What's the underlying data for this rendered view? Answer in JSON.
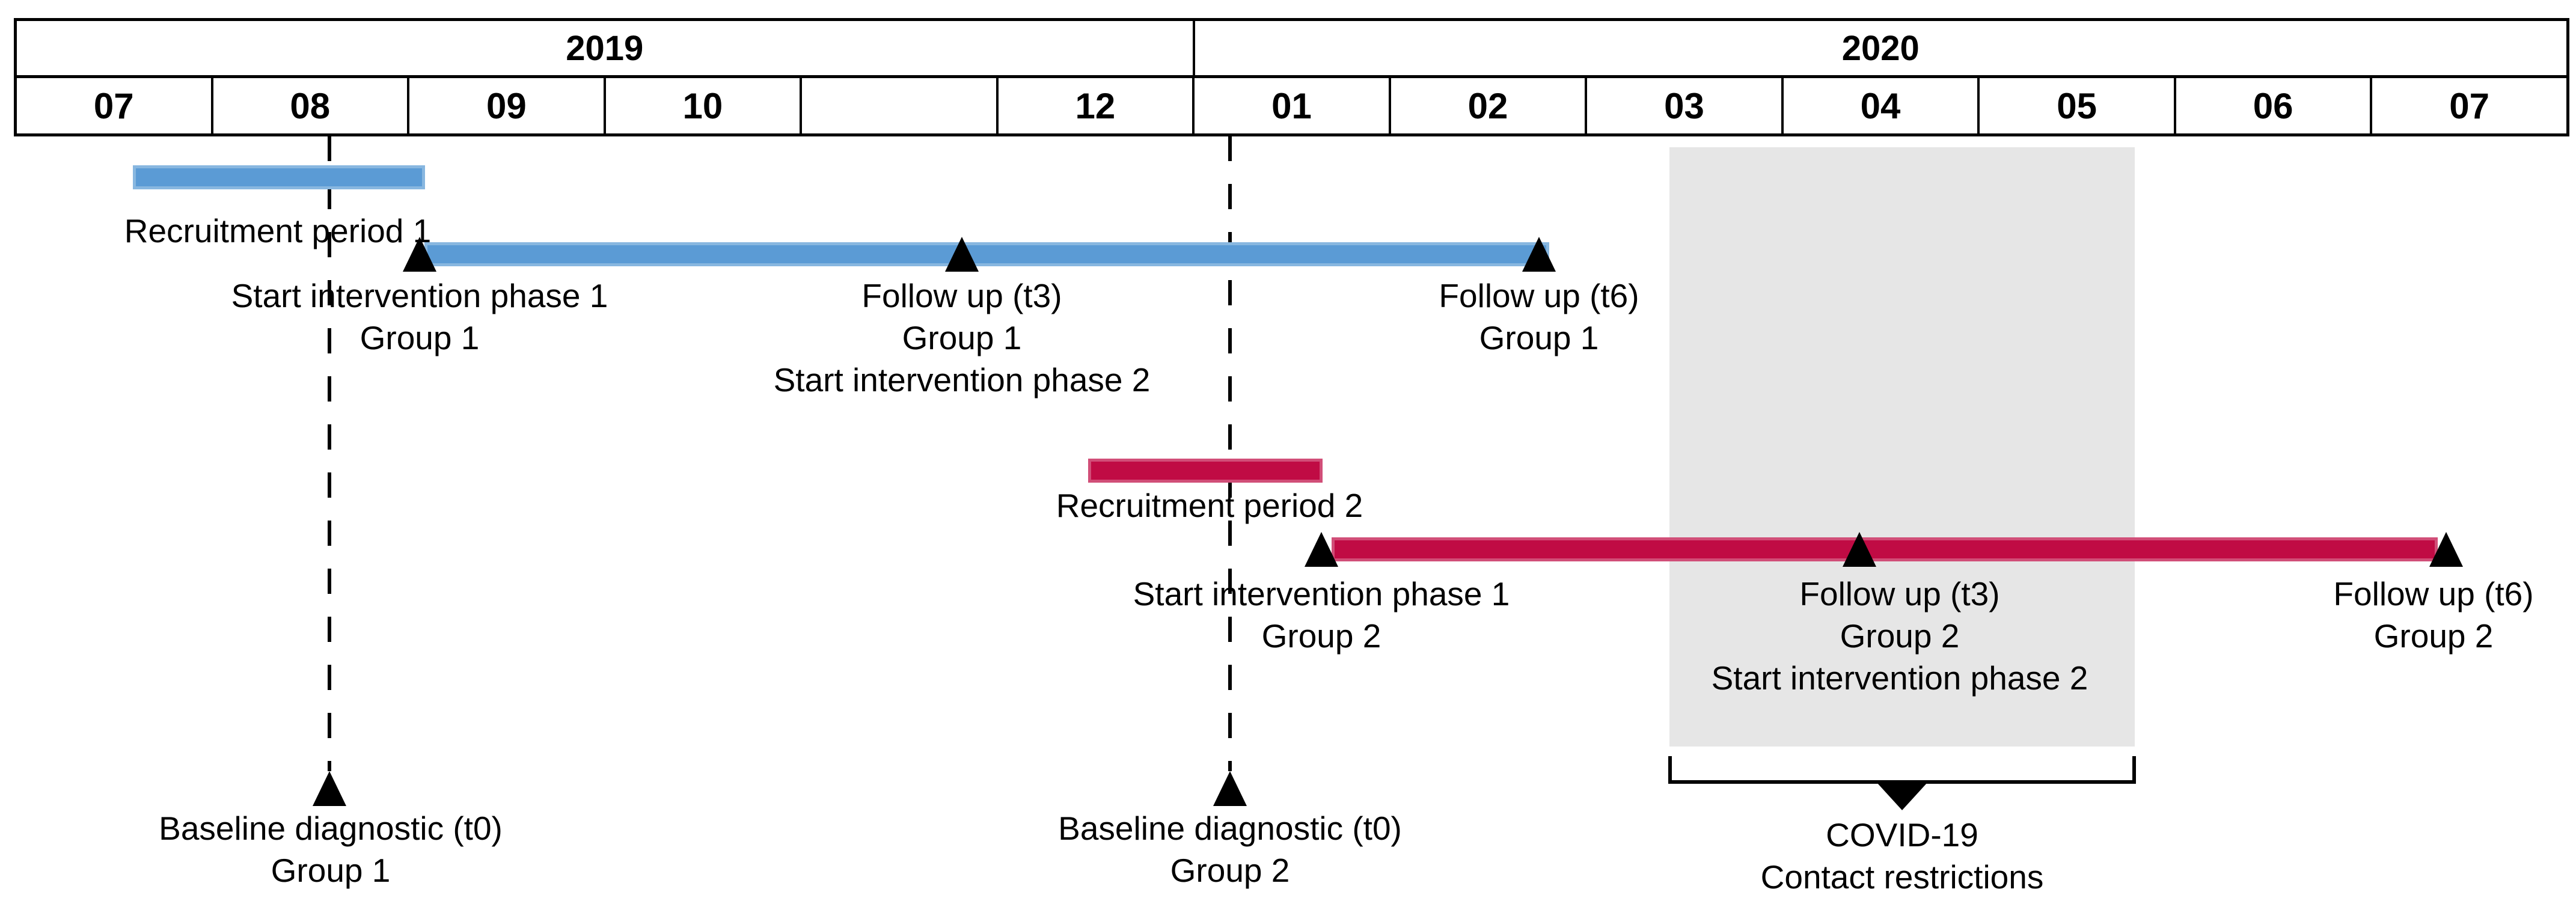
{
  "calendar": {
    "years": [
      {
        "label": "2019"
      },
      {
        "label": "2020"
      }
    ],
    "months": [
      "07",
      "08",
      "09",
      "10",
      "",
      "12",
      "01",
      "02",
      "03",
      "04",
      "05",
      "06",
      "07"
    ]
  },
  "group1": {
    "bar_color": "#5B9BD5",
    "recruitment_label": "Recruitment period 1",
    "start_label": [
      "Start intervention phase 1",
      "Group 1"
    ],
    "t3_label": [
      "Follow up (t3)",
      "Group 1",
      "Start intervention phase 2"
    ],
    "t6_label": [
      "Follow up (t6)",
      "Group 1"
    ],
    "baseline_label": [
      "Baseline diagnostic (t0)",
      "Group 1"
    ]
  },
  "group2": {
    "bar_color": "#C00B44",
    "recruitment_label": "Recruitment period 2",
    "start_label": [
      "Start intervention phase 1",
      "Group 2"
    ],
    "t3_label": [
      "Follow up (t3)",
      "Group 2",
      "Start intervention phase 2"
    ],
    "t6_label": [
      "Follow up (t6)",
      "Group 2"
    ],
    "baseline_label": [
      "Baseline diagnostic (t0)",
      "Group 2"
    ]
  },
  "covid": {
    "shade_color": "#E6E6E6",
    "label": [
      "COVID-19",
      "Contact restrictions"
    ]
  }
}
